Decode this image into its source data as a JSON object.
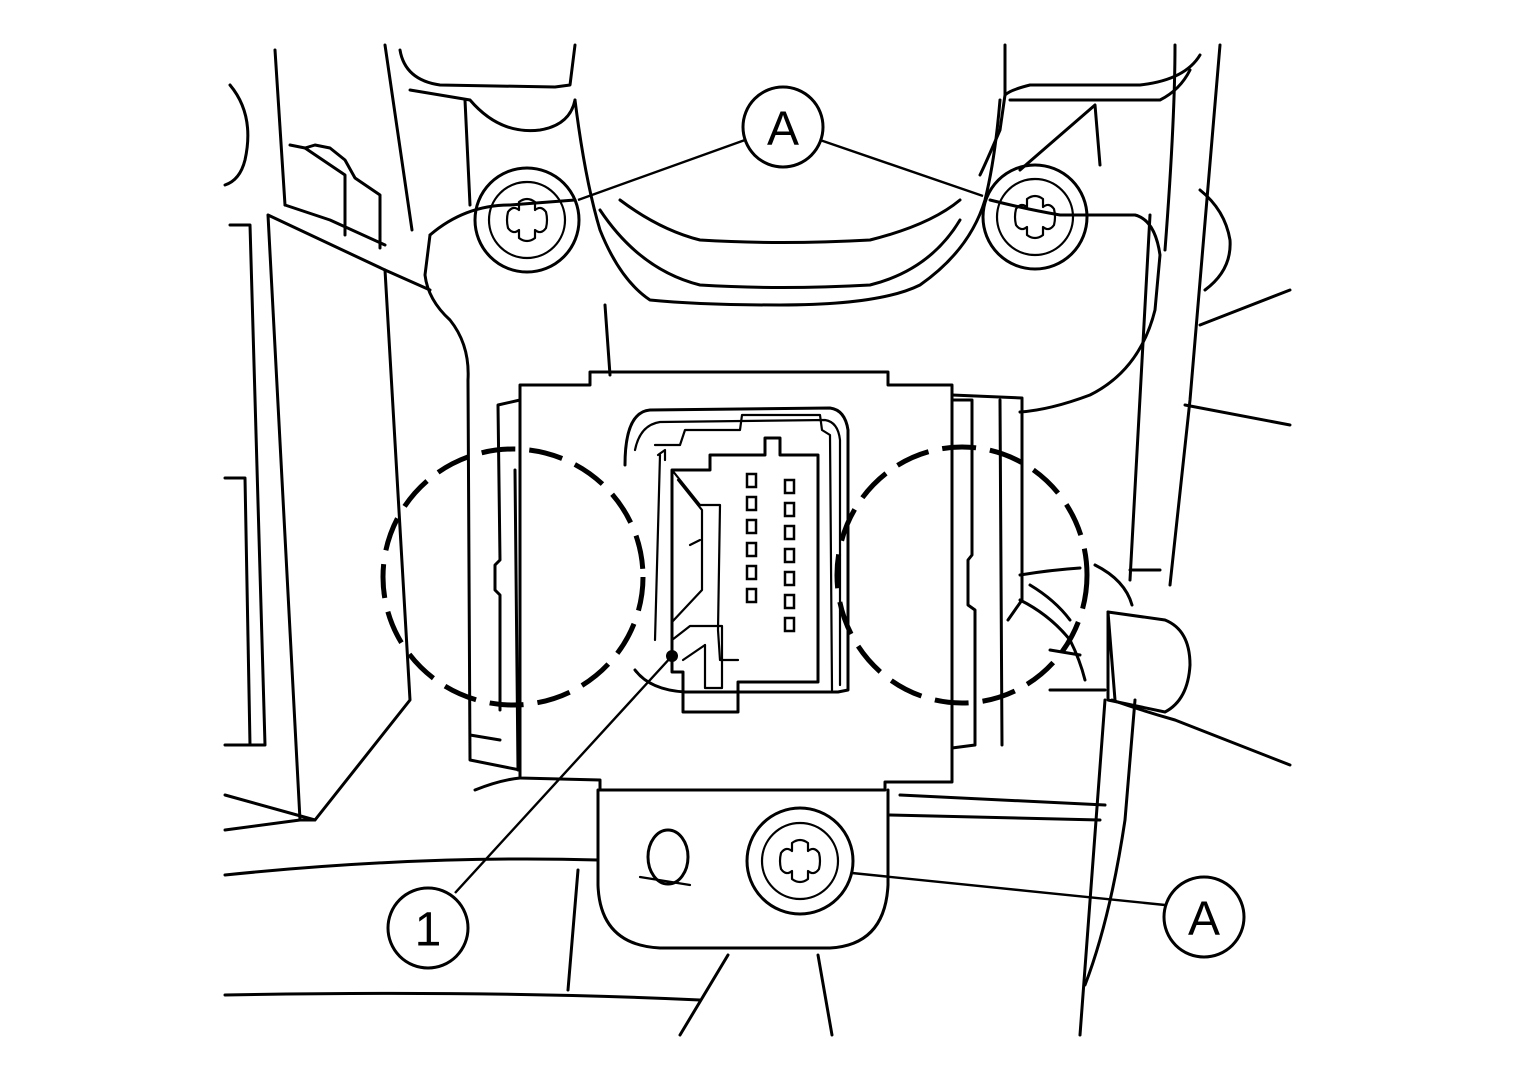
{
  "callouts": {
    "a_top": "A",
    "a_bottom": "A",
    "part_1": "1"
  }
}
